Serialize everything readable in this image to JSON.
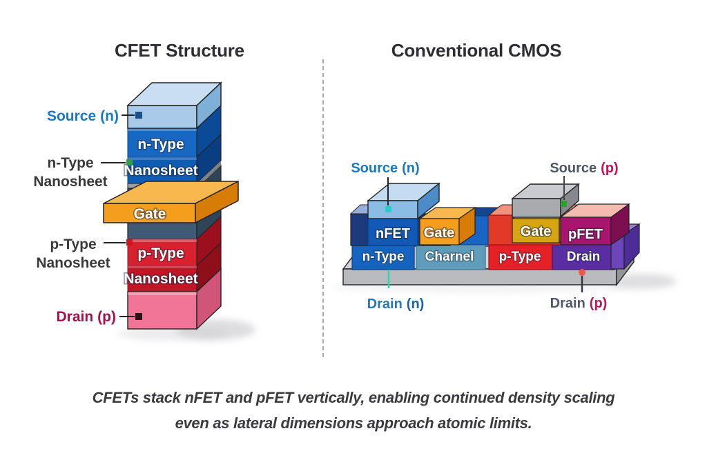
{
  "titles": {
    "left": "CFET Structure",
    "right": "Conventional CMOS"
  },
  "caption": {
    "line1": "CFETs stack nFET and pFET vertically, enabling continued density scaling",
    "line2": "even as lateral dimensions approach atomic limits."
  },
  "cfet": {
    "labels": {
      "source": {
        "text": "Source",
        "tag": "(n)"
      },
      "n_nanosheet": {
        "line1": "n-Type",
        "line2": "Nanosheet"
      },
      "p_nanosheet": {
        "line1": "p-Type",
        "line2": "Nanosheet"
      },
      "drain": {
        "text": "Drain",
        "tag": "(p)"
      }
    },
    "blocks": {
      "n_type_line1": "n-Type",
      "n_type_line2": "Nanosheet",
      "gate": "Gate",
      "p_type_line1": "p-Type",
      "p_type_line2": "Nanosheet"
    }
  },
  "cmos": {
    "labels": {
      "source_n": {
        "text": "Source",
        "tag": "(n)"
      },
      "source_p": {
        "text": "Source",
        "tag": "(p)"
      },
      "drain_n": {
        "text": "Drain",
        "tag": "(n)"
      },
      "drain_p": {
        "text": "Drain",
        "tag": "(p)"
      }
    },
    "blocks": {
      "nfet": "nFET",
      "gate_left": "Gate",
      "gate_right": "Gate",
      "pfet": "pFET",
      "n_type": "n-Type",
      "channel": "Charnel",
      "p_type": "p-Type",
      "drain": "Drain"
    }
  },
  "colors": {
    "label_blue": "#1779c4",
    "label_blue_dark": "#135fa6",
    "label_crimson": "#c01458",
    "label_gray": "#4e5564",
    "label_dark_red": "#a50f4c",
    "title_dark": "#2e2e32",
    "cfet_source_front": "#a9c9e8",
    "cfet_source_top": "#cadef2",
    "cfet_source_side": "#7fb0d8",
    "cfet_n_front": "#1668c2",
    "cfet_n_front2": "#0f5cb4",
    "cfet_n_side": "#0b4a96",
    "cfet_strip": "#9aa0a6",
    "cfet_gate_front": "#f59d1d",
    "cfet_gate_top": "#f9b84e",
    "cfet_gate_side": "#d67c07",
    "cfet_slate_front": "#3f5a75",
    "cfet_slate_side": "#2e4458",
    "cfet_p_front": "#d9202e",
    "cfet_p_front2": "#c21526",
    "cfet_p_side": "#9c101e",
    "cfet_drain_front": "#ef7697",
    "cfet_drain_side": "#d15578",
    "cmos_base_front": "#b9babe",
    "cmos_base_top": "#d2d3d6",
    "cmos_base_side": "#95969a",
    "cmos_navy": "#1c3a7c",
    "cmos_periwinkle": "#9aaedd",
    "cmos_nfet": "#1159b4",
    "cmos_ntype": "#1565c0",
    "cmos_channel": "#5e9cba",
    "cmos_channel_top": "#9ec7d6",
    "cmos_gate_left": "#f59d1d",
    "cmos_gate_right": "#d6a512",
    "cmos_red_back": "#e23a28",
    "cmos_salmon_top": "#f2917e",
    "cmos_ptype": "#e32126",
    "cmos_pfet": "#a8156e",
    "cmos_pfet_top": "#f4bcb0",
    "cmos_drain": "#5a2ea2",
    "cmos_drain_top": "#8d72c8",
    "cmos_purple_back": "#6a46b8",
    "cmos_source_n_front": "#8abce6",
    "cmos_source_n_top": "#c3dcf2",
    "cmos_source_p_front": "#a9aaae",
    "cmos_source_p_top": "#cacbd0",
    "marker_cyan": "#1fd1c6",
    "marker_green": "#2ca02c",
    "marker_green_left": "#2f9e44",
    "marker_navy": "#1b4f8a",
    "marker_red": "#cc1620",
    "marker_dark": "#2e1018",
    "dot_red": "#f2564a",
    "line_teal": "#35d0ae"
  }
}
